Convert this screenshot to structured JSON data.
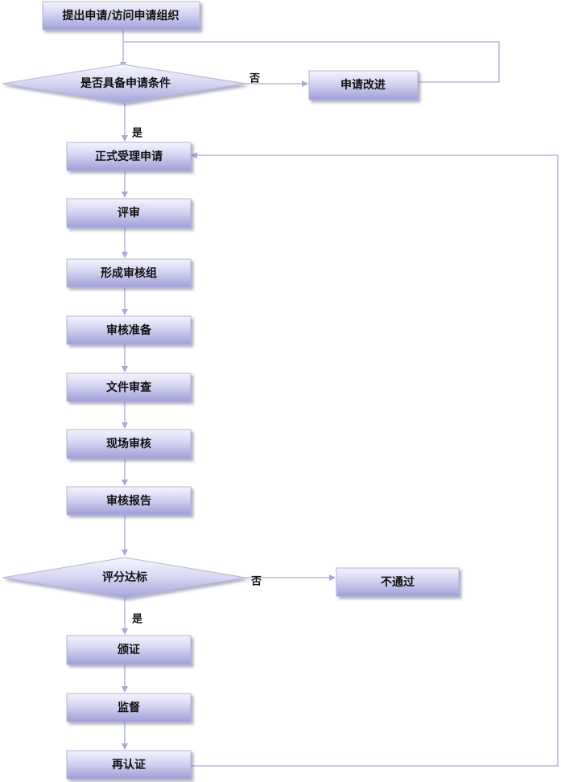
{
  "nodes": {
    "apply": "提出申请/访问申请组织",
    "qualify": "是否具备申请条件",
    "improve": "申请改进",
    "accept": "正式受理申请",
    "review": "评审",
    "team": "形成审核组",
    "prepare": "审核准备",
    "docreview": "文件审查",
    "onsite": "现场审核",
    "report": "审核报告",
    "score": "评分达标",
    "fail": "不通过",
    "certify": "颁证",
    "supervise": "监督",
    "recertify": "再认证"
  },
  "edge_labels": {
    "qualify_no": "否",
    "qualify_yes": "是",
    "score_no": "否",
    "score_yes": "是"
  }
}
